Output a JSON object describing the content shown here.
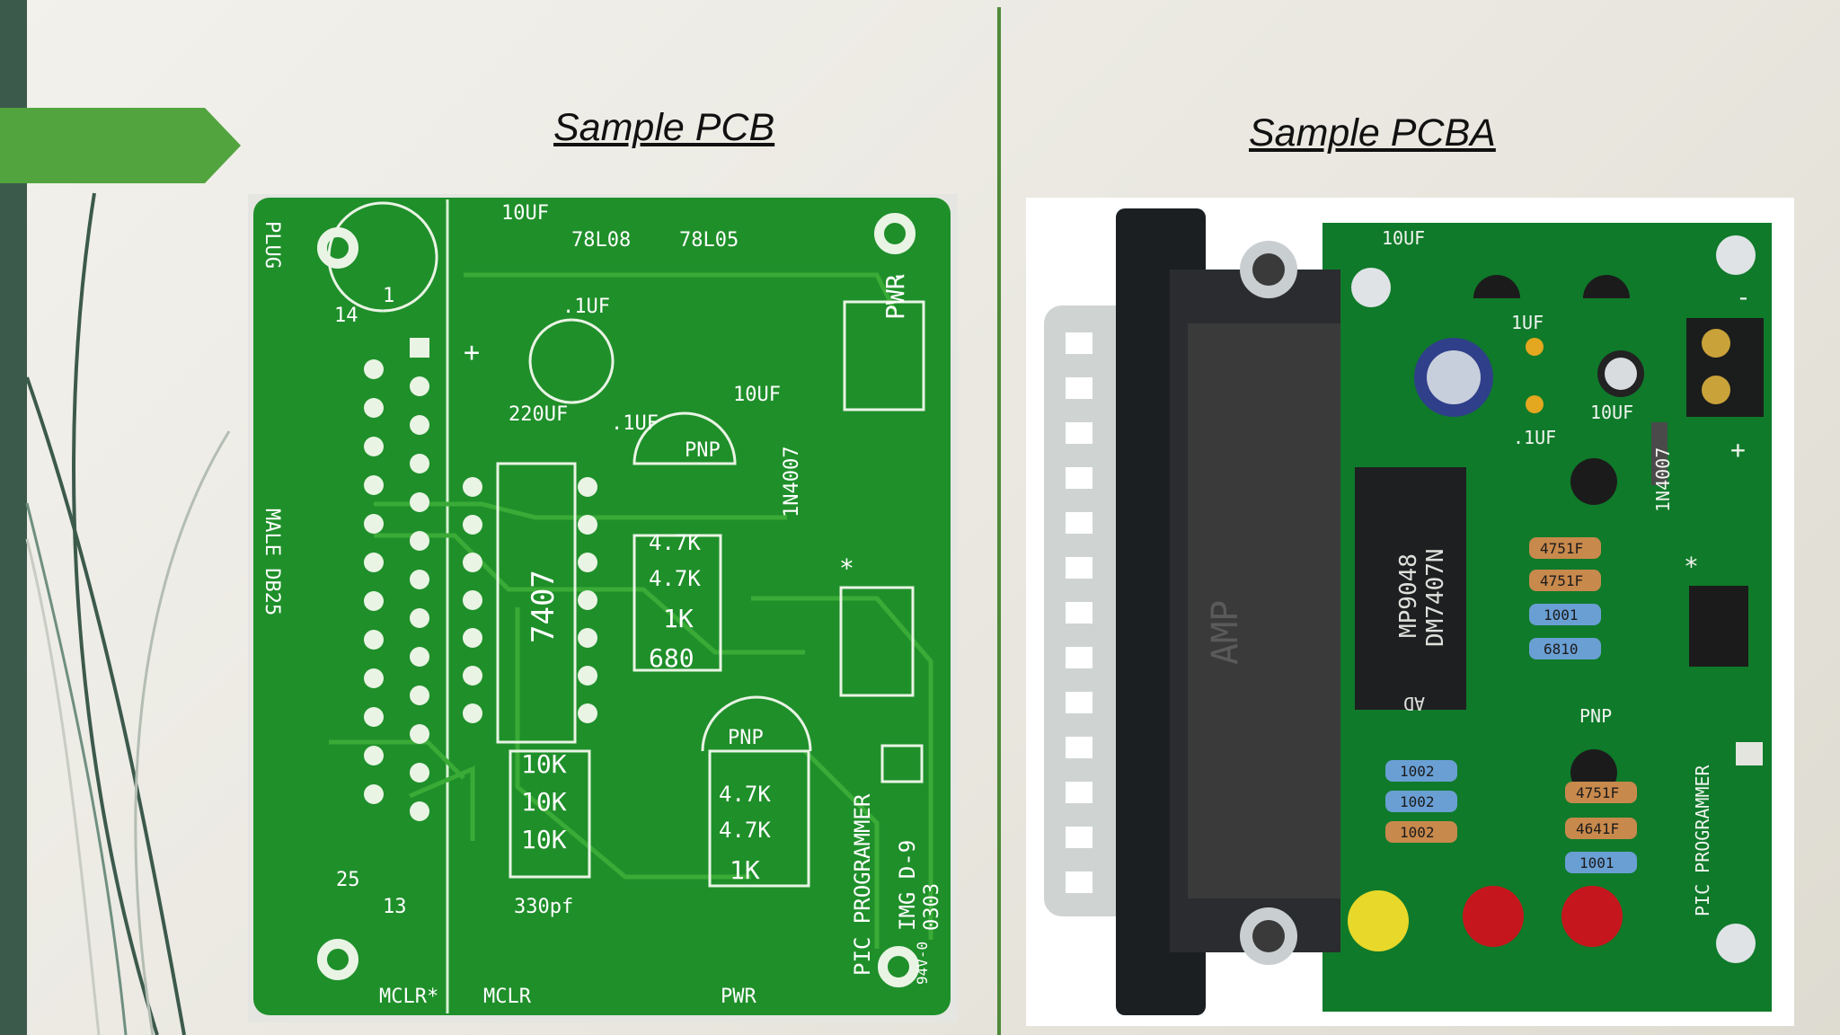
{
  "titles": {
    "left": "Sample PCB",
    "right": "Sample PCBA"
  },
  "pcb": {
    "caption_picture": "bare green printed circuit board",
    "labels": {
      "plug": "PLUG",
      "male_db25": "MALE  DB25",
      "pin1": "1",
      "pin14": "14",
      "pin13": "13",
      "pin25": "25",
      "c10uf_top": "10UF",
      "c1uf_a": ".1UF",
      "c1uf_b": ".1UF",
      "c220uf": "220UF",
      "c10uf_b": "10UF",
      "reg1": "78L08",
      "reg2": "78L05",
      "pwr": "PWR",
      "pnp1": "PNP",
      "pnp2": "PNP",
      "diode": "1N4007",
      "ic": "7407",
      "r1": "4.7K",
      "r2": "4.7K",
      "r3": "1K",
      "r4": "680",
      "r5": "10K",
      "r6": "10K",
      "r7": "10K",
      "r8": "4.7K",
      "r9": "4.7K",
      "r10": "1K",
      "cap330": "330pf",
      "mclr_star": "MCLR*",
      "mclr": "MCLR",
      "pwr_led": "PWR",
      "pic": "PIC  PROGRAMMER",
      "img": "IMG D-9",
      "code": "0303",
      "rating": "94V-0",
      "star": "*",
      "plus": "+",
      "minus": "-"
    }
  },
  "pcba": {
    "labels": {
      "c10uf": "10UF",
      "c1uf": "1UF",
      "c1uf2": ".1UF",
      "c10uf2": "10UF",
      "ic_line1": "MP9048",
      "ic_line2": "DM7407N",
      "ic_line3": "AD",
      "diode": "1N4007",
      "pnp": "PNP",
      "pic": "PIC  PROGRAMMER",
      "star": "*",
      "minus": "-",
      "plus": "+",
      "res_a": "4751F",
      "res_b": "4751F",
      "res_c": "1001",
      "res_d": "6810",
      "res_e": "1002",
      "res_f": "1002",
      "res_g": "1002",
      "res_h": "4751F",
      "res_i": "4641F",
      "res_j": "1001",
      "connector": "AMP"
    }
  },
  "colors": {
    "accent": "#4f8a3a",
    "sidebar": "#3c5a4c",
    "board": "#1f8f2a",
    "trace": "#3aab37"
  }
}
